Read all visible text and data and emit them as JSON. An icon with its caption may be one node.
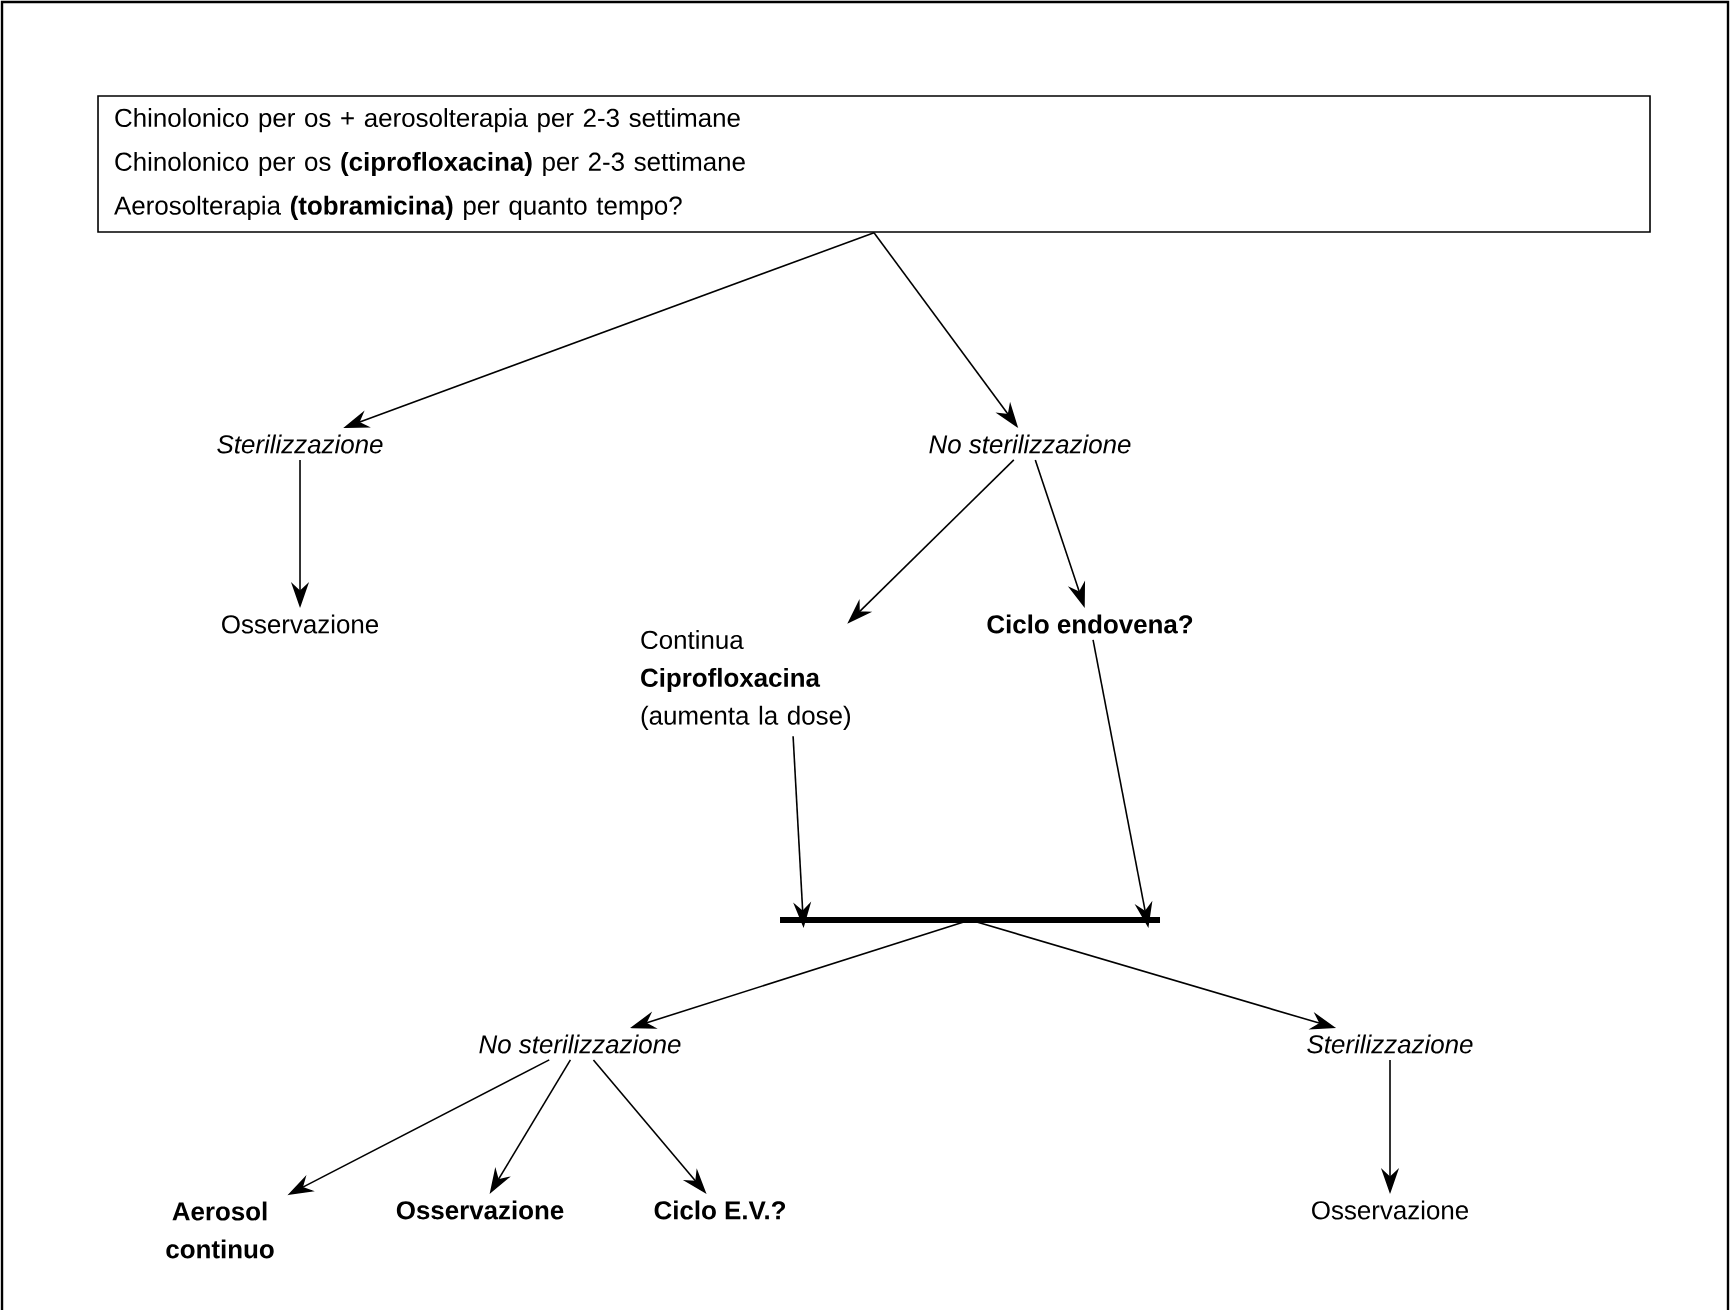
{
  "diagram": {
    "nodes": [
      {
        "text": [
          "Chinolonico per os + aerosolterapia per 2-3 settimane",
          "Chinolonico per os **(ciprofloxacina)** per 2-3 settimane",
          "Aerosolterapia **(tobramicina)** per quanto tempo?"
        ]
      },
      {
        "text": [
          "Sterilizzazione"
        ]
      },
      {
        "text": [
          "No sterilizzazione"
        ]
      },
      {
        "text": [
          "Osservazione"
        ]
      },
      {
        "text": [
          "Continua",
          "Ciprofloxacina",
          "(aumenta la dose)"
        ]
      },
      {
        "text": [
          "Ciclo endovena?"
        ]
      },
      {
        "text": [],
        "shape": "bar"
      },
      {
        "text": [
          "No sterilizzazione"
        ]
      },
      {
        "text": [
          "Sterilizzazione"
        ]
      },
      {
        "text": [
          "Osservazione"
        ]
      },
      {
        "text": [
          "Aerosol continuo"
        ]
      },
      {
        "text": [
          "Osservazione"
        ]
      },
      {
        "text": [
          "Ciclo E.V.?"
        ]
      }
    ],
    "edges": [
      {
        "from": 0,
        "to": 1,
        "arrow": "to"
      },
      {
        "from": 0,
        "to": 2,
        "arrow": "to"
      },
      {
        "from": 1,
        "to": 3,
        "arrow": "to"
      },
      {
        "from": 2,
        "to": 4,
        "arrow": "to"
      },
      {
        "from": 2,
        "to": 5,
        "arrow": "to"
      },
      {
        "from": 4,
        "to": 6,
        "arrow": "to"
      },
      {
        "from": 5,
        "to": 6,
        "arrow": "to"
      },
      {
        "from": 6,
        "to": 7,
        "arrow": "to"
      },
      {
        "from": 6,
        "to": 8,
        "arrow": "to"
      },
      {
        "from": 8,
        "to": 9,
        "arrow": "to"
      },
      {
        "from": 7,
        "to": 10,
        "arrow": "to"
      },
      {
        "from": 7,
        "to": 11,
        "arrow": "to"
      },
      {
        "from": 7,
        "to": 12,
        "arrow": "to"
      }
    ]
  }
}
